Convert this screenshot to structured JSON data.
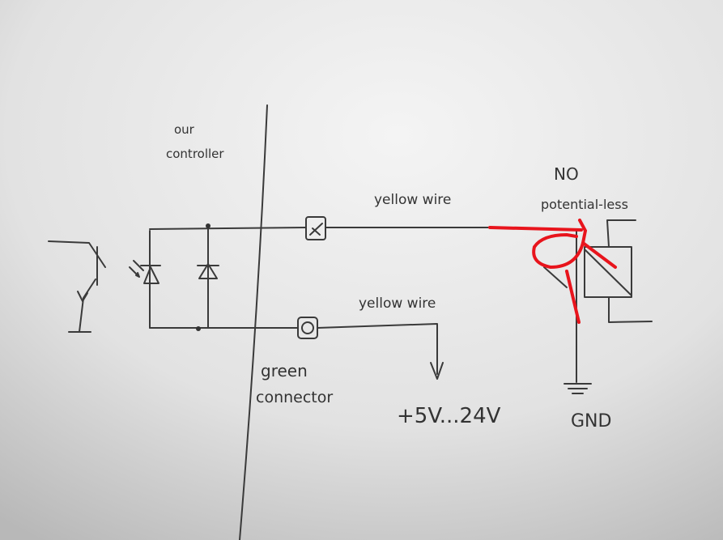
{
  "labels": {
    "controller_line1": "our",
    "controller_line2": "controller",
    "top_wire": "yellow wire",
    "relay_line1": "NO",
    "relay_line2": "potential-less",
    "bottom_wire": "yellow wire",
    "connector_line1": "green",
    "connector_line2": "connector",
    "supply": "+5V...24V",
    "ground": "GND"
  },
  "colors": {
    "ink": "#3a3a3a",
    "highlight": "#e8141c",
    "paper": "#e4e4e4"
  }
}
